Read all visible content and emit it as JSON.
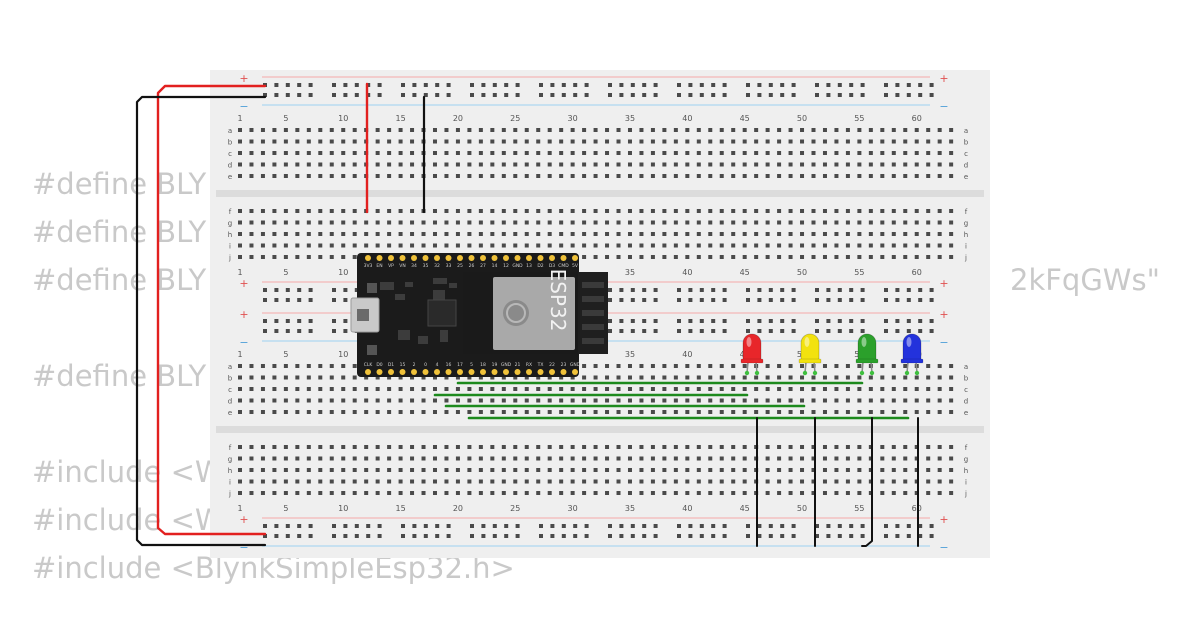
{
  "code_lines": [
    {
      "text": "#define BLY",
      "tail": ""
    },
    {
      "text": "#define BLY",
      "tail": ""
    },
    {
      "text": "#define BLY",
      "tail": "2kFqGWs\""
    },
    {
      "text": "#define BLY",
      "tail": ""
    },
    {
      "text": "#include <W",
      "tail": ""
    },
    {
      "text": "#include <W",
      "tail": ""
    },
    {
      "text": "#include <BlynkSimpleEsp32.h>",
      "tail": ""
    }
  ],
  "breadboard": {
    "column_numbers": [
      "1",
      "5",
      "10",
      "15",
      "20",
      "25",
      "30",
      "35",
      "40",
      "45",
      "50",
      "55",
      "60"
    ],
    "row_letters_top": [
      "a",
      "b",
      "c",
      "d",
      "e"
    ],
    "row_letters_bottom": [
      "f",
      "g",
      "h",
      "i",
      "j"
    ],
    "rail_plus": "+",
    "rail_minus": "−"
  },
  "esp32": {
    "module_label": "ESP32",
    "top_pins": [
      "3V3",
      "EN",
      "VP",
      "VN",
      "34",
      "35",
      "32",
      "33",
      "25",
      "26",
      "27",
      "14",
      "12",
      "GND",
      "13",
      "D2",
      "D3",
      "CMD",
      "5V"
    ],
    "bottom_pins": [
      "CLK",
      "D0",
      "D1",
      "15",
      "2",
      "0",
      "4",
      "16",
      "17",
      "5",
      "18",
      "19",
      "GND",
      "21",
      "RX",
      "TX",
      "22",
      "23",
      "GND"
    ]
  },
  "leds": [
    {
      "name": "red",
      "color": "#e8262a"
    },
    {
      "name": "yellow",
      "color": "#f2e20f"
    },
    {
      "name": "green",
      "color": "#2ba02b"
    },
    {
      "name": "blue",
      "color": "#2332dc"
    }
  ],
  "colors": {
    "wire_red": "#e2201f",
    "wire_black": "#111111",
    "wire_green": "#1d8a1d",
    "board": "#efefef",
    "rail_red": "#f4a8a8",
    "rail_blue": "#9dd2f2"
  }
}
